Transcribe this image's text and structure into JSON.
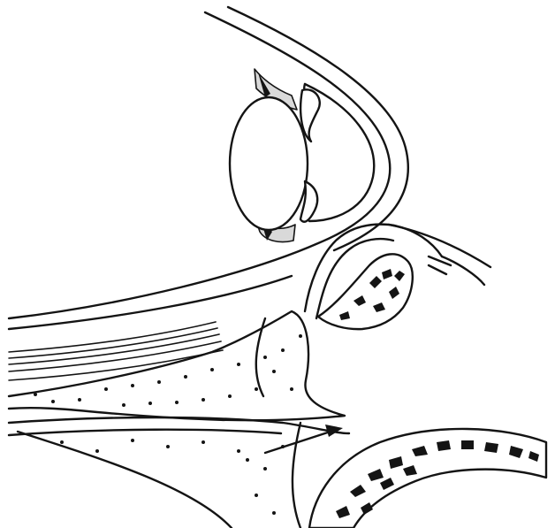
{
  "figure": {
    "kind": "anatomical line drawing",
    "colors": {
      "ink": "#141414",
      "paper": "#ffffff",
      "shade": "#d9d9d9"
    }
  },
  "structures": [
    {
      "id": "globe",
      "text": ""
    },
    {
      "id": "cornea",
      "text": ""
    },
    {
      "id": "lens",
      "text": ""
    },
    {
      "id": "iris",
      "text": ""
    },
    {
      "id": "conjunctival-fold",
      "text": ""
    },
    {
      "id": "eyelid-tarsus",
      "text": ""
    },
    {
      "id": "orbital-fat-layers",
      "text": ""
    },
    {
      "id": "orbital-floor-bone",
      "text": ""
    },
    {
      "id": "lower-lid-bone",
      "text": ""
    },
    {
      "id": "pointer-arrow",
      "text": ""
    }
  ]
}
